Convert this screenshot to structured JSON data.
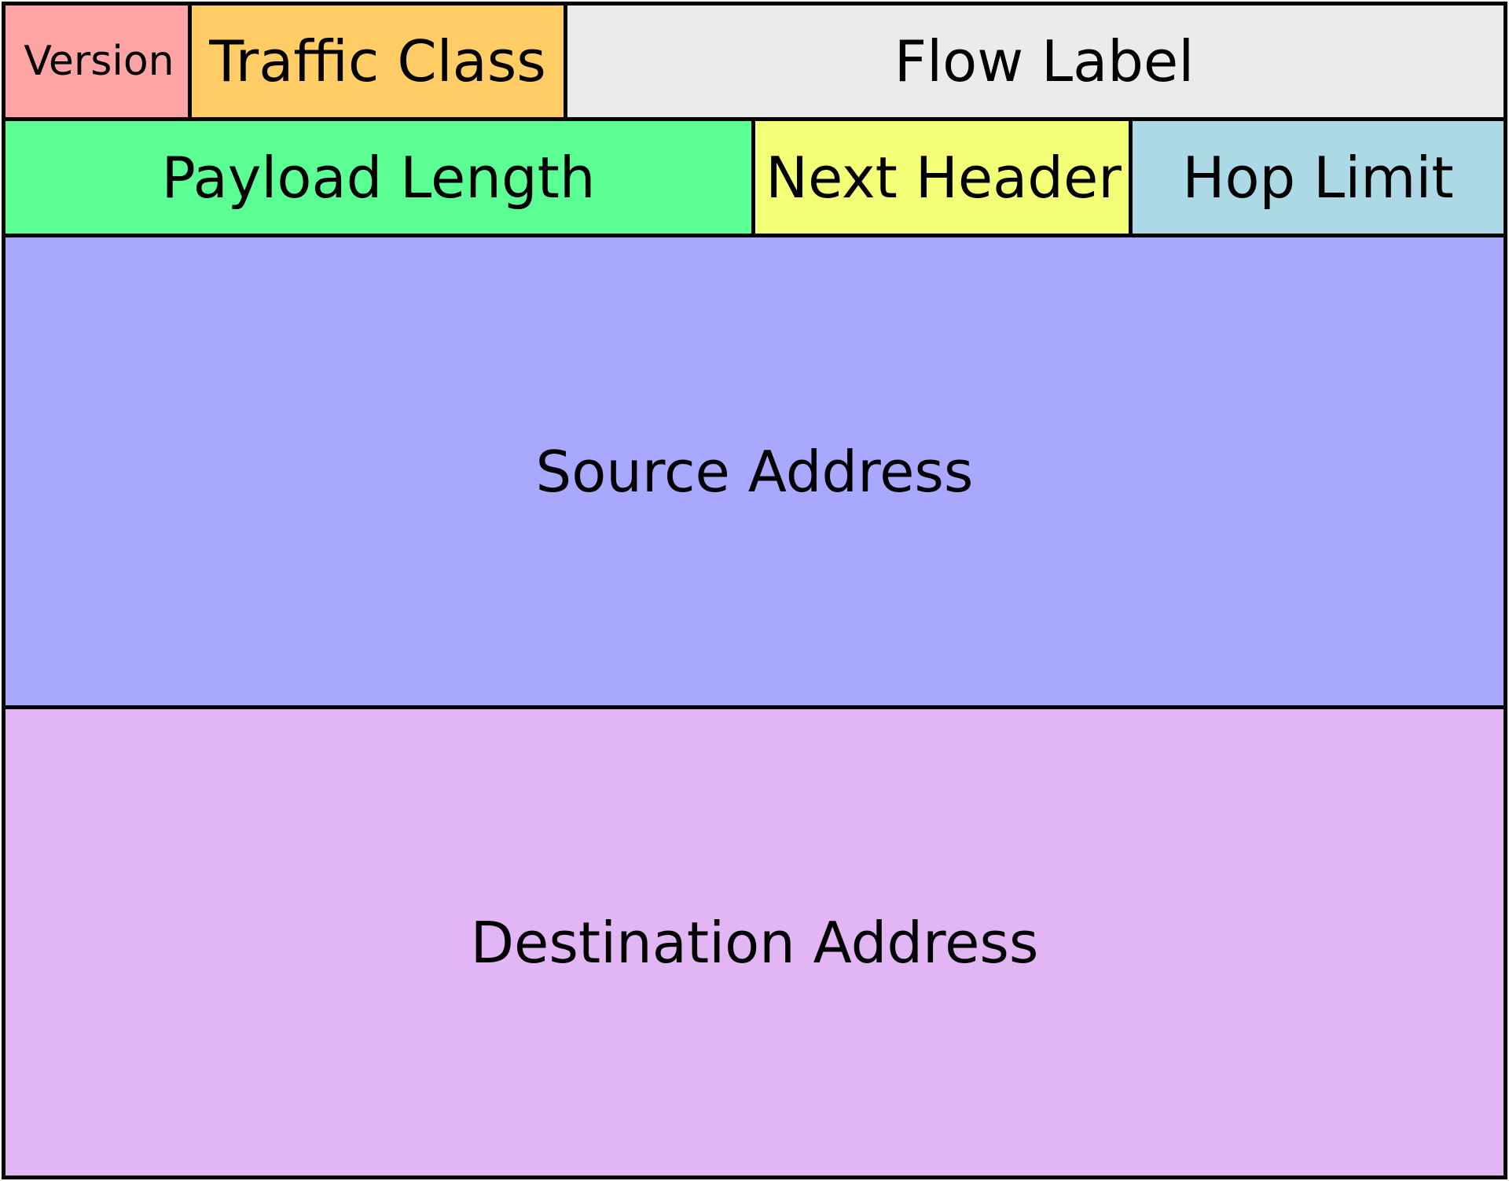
{
  "diagram": {
    "rows": [
      {
        "fields": [
          {
            "label": "Version",
            "color": "#FFA4A4"
          },
          {
            "label": "Traffic Class",
            "color": "#FFCC66"
          },
          {
            "label": "Flow Label",
            "color": "#EBEBEB"
          }
        ]
      },
      {
        "fields": [
          {
            "label": "Payload Length",
            "color": "#5CFF94"
          },
          {
            "label": "Next Header",
            "color": "#F4FF78"
          },
          {
            "label": "Hop Limit",
            "color": "#ADD8E6"
          }
        ]
      },
      {
        "fields": [
          {
            "label": "Source Address",
            "color": "#A8A8FF"
          }
        ]
      },
      {
        "fields": [
          {
            "label": "Destination Address",
            "color": "#E2B5F5"
          }
        ]
      }
    ],
    "border_color": "#000000"
  }
}
